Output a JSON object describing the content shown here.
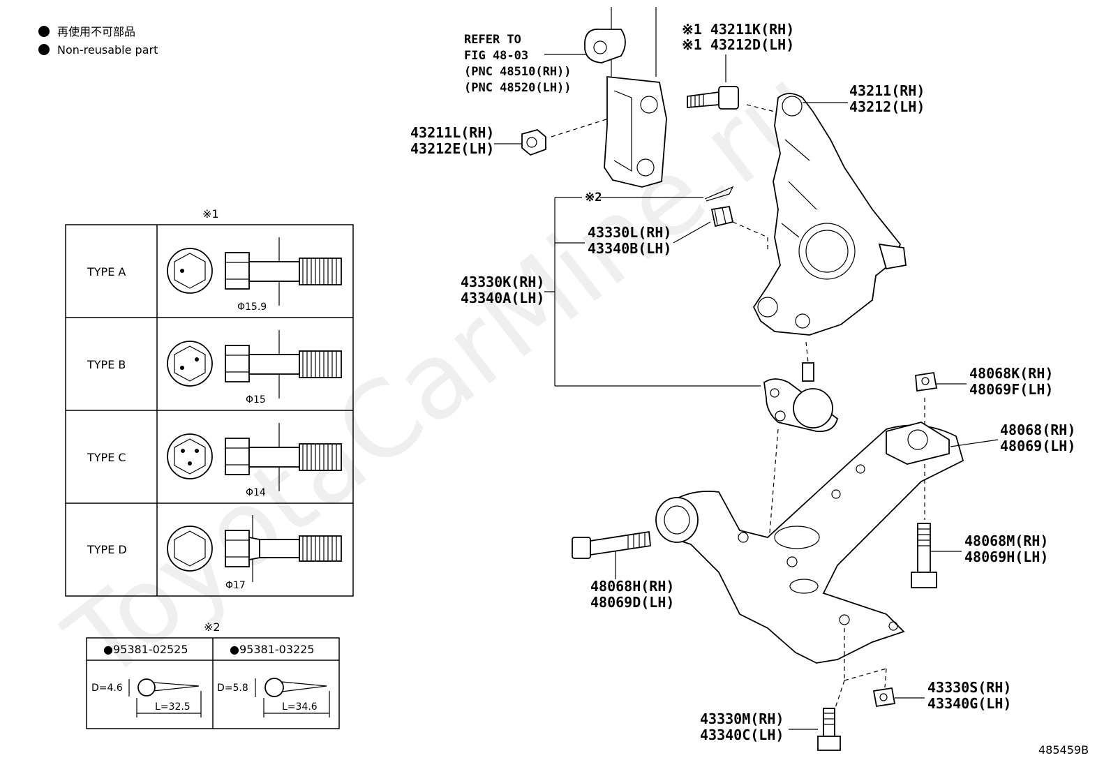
{
  "legend": {
    "jp": "再使用不可部品",
    "en": "Non-reusable part"
  },
  "refer": {
    "line1": "REFER TO",
    "line2": "FIG 48-03",
    "line3": "(PNC 48510(RH))",
    "line4": "(PNC 48520(LH))"
  },
  "callouts": {
    "bolt_top_rh": "※1 43211K(RH)",
    "bolt_top_lh": "※1 43212D(LH)",
    "knuckle_rh": "43211(RH)",
    "knuckle_lh": "43212(LH)",
    "bushing_rh": "43211L(RH)",
    "bushing_lh": "43212E(LH)",
    "cotter_ref": "※2",
    "nut_rh": "43330L(RH)",
    "nut_lh": "43340B(LH)",
    "balljoint_rh": "43330K(RH)",
    "balljoint_lh": "43340A(LH)",
    "armnut_rh": "48068K(RH)",
    "armnut_lh": "48069F(LH)",
    "arm_rh": "48068(RH)",
    "arm_lh": "48069(LH)",
    "armbolt_r_rh": "48068M(RH)",
    "armbolt_r_lh": "48069H(LH)",
    "armbolt_l_rh": "48068H(RH)",
    "armbolt_l_lh": "48069D(LH)",
    "bjnut_rh": "43330S(RH)",
    "bjnut_lh": "43340G(LH)",
    "bjbolt_rh": "43330M(RH)",
    "bjbolt_lh": "43340C(LH)"
  },
  "type_table": {
    "title": "※1",
    "rows": [
      {
        "type": "TYPE  A",
        "dia": "Φ15.9"
      },
      {
        "type": "TYPE  B",
        "dia": "Φ15"
      },
      {
        "type": "TYPE  C",
        "dia": "Φ14"
      },
      {
        "type": "TYPE  D",
        "dia": "Φ17"
      }
    ]
  },
  "pin_table": {
    "title": "※2",
    "cols": [
      {
        "part": "●95381-02525",
        "d": "D=4.6",
        "l": "L=32.5"
      },
      {
        "part": "●95381-03225",
        "d": "D=5.8",
        "l": "L=34.6"
      }
    ]
  },
  "watermark": "ToyotaCarMine.ru",
  "figure_id": "485459B"
}
